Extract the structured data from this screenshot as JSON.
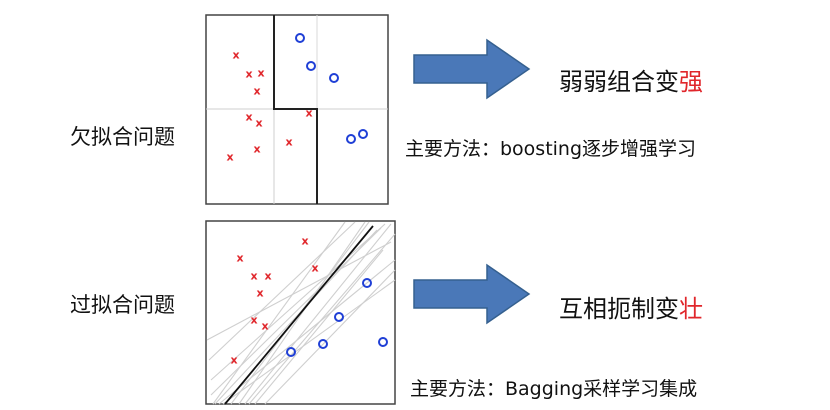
{
  "top": {
    "problem": "欠拟合问题",
    "result_prefix": "弱弱组合变",
    "result_highlight": "强",
    "method": "主要方法：boosting逐步增强学习"
  },
  "bottom": {
    "problem": "过拟合问题",
    "result_prefix": "互相扼制变",
    "result_highlight": "壮",
    "method": "主要方法：Bagging采样学习集成"
  },
  "colors": {
    "arrow_fill": "#4a78b8",
    "arrow_stroke": "#35608f",
    "cross": "#e0262b",
    "circle": "#1f3fd6",
    "highlight": "#e0262b"
  },
  "marker_symbols": {
    "cross": "x",
    "circle": "o"
  }
}
